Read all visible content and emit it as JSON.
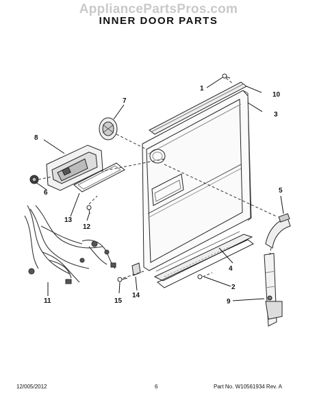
{
  "watermark": "AppliancePartsPros.com",
  "title": "INNER DOOR PARTS",
  "callouts": {
    "c1": "1",
    "c2": "2",
    "c3": "3",
    "c4": "4",
    "c5": "5",
    "c6": "6",
    "c7": "7",
    "c8": "8",
    "c9": "9",
    "c10": "10",
    "c11": "11",
    "c12": "12",
    "c13": "13",
    "c14": "14",
    "c15": "15"
  },
  "footer": {
    "date": "12/005/2012",
    "page": "6",
    "part": "Part No. W10561934  Rev. A"
  }
}
